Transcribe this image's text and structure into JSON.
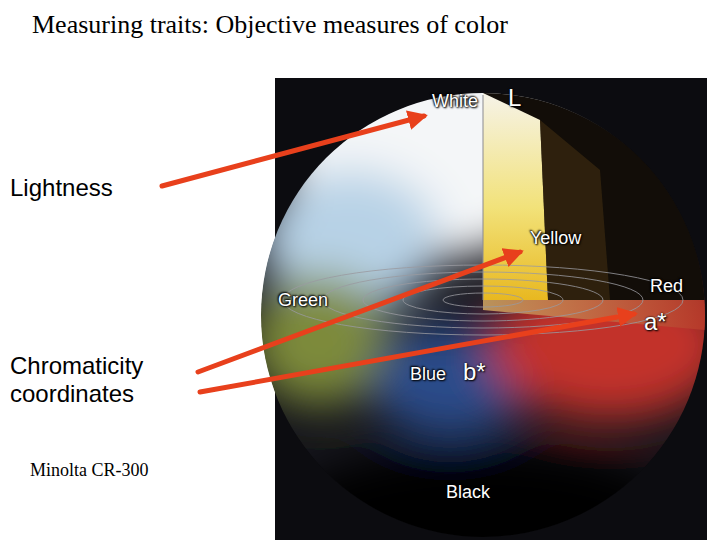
{
  "diagram": {
    "title": "Measuring traits: Objective measures of color",
    "labels": [
      "White",
      "L",
      "Lightness",
      "Yellow",
      "Red",
      "a*",
      "Green",
      "Chromaticity coordinates",
      "Blue",
      "b*",
      "Minolta CR-300",
      "Black"
    ]
  }
}
